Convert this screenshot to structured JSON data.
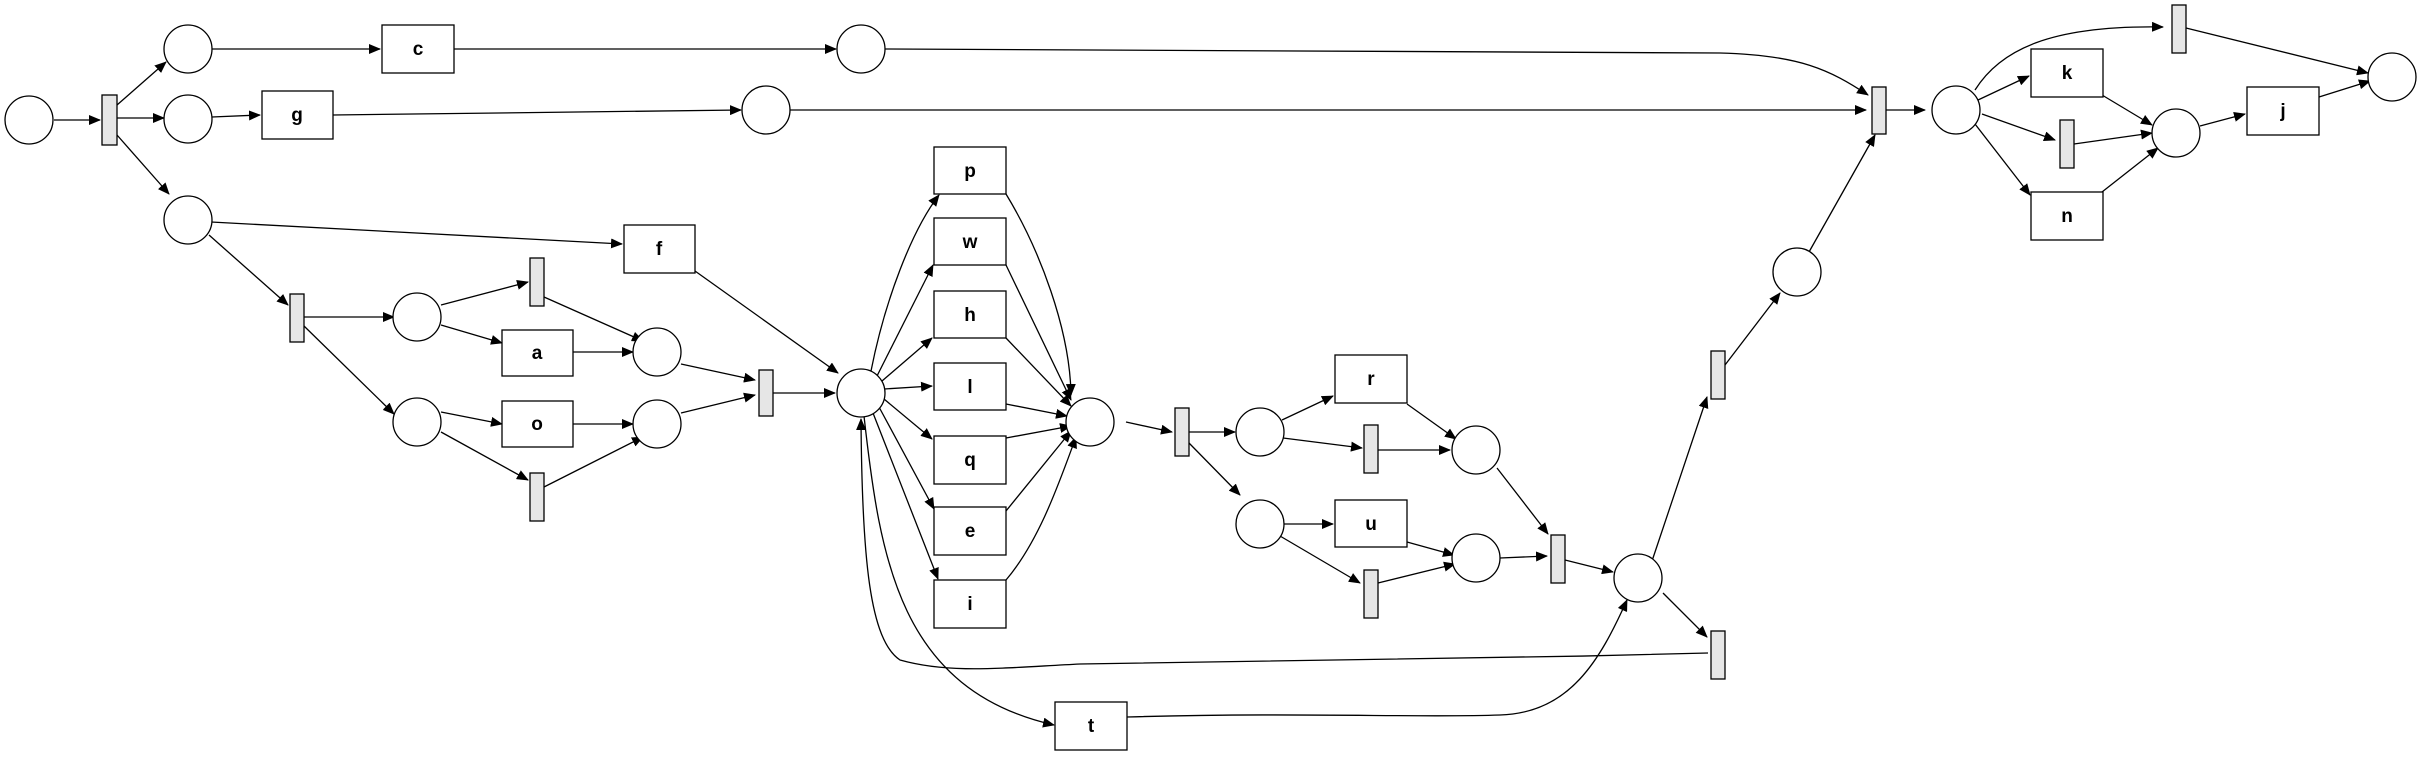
{
  "diagram": {
    "labels": {
      "c": "c",
      "g": "g",
      "f": "f",
      "a": "a",
      "o": "o",
      "p": "p",
      "w": "w",
      "h": "h",
      "l": "l",
      "q": "q",
      "e": "e",
      "i": "i",
      "t": "t",
      "r": "r",
      "u": "u",
      "k": "k",
      "n": "n",
      "j": "j"
    }
  }
}
